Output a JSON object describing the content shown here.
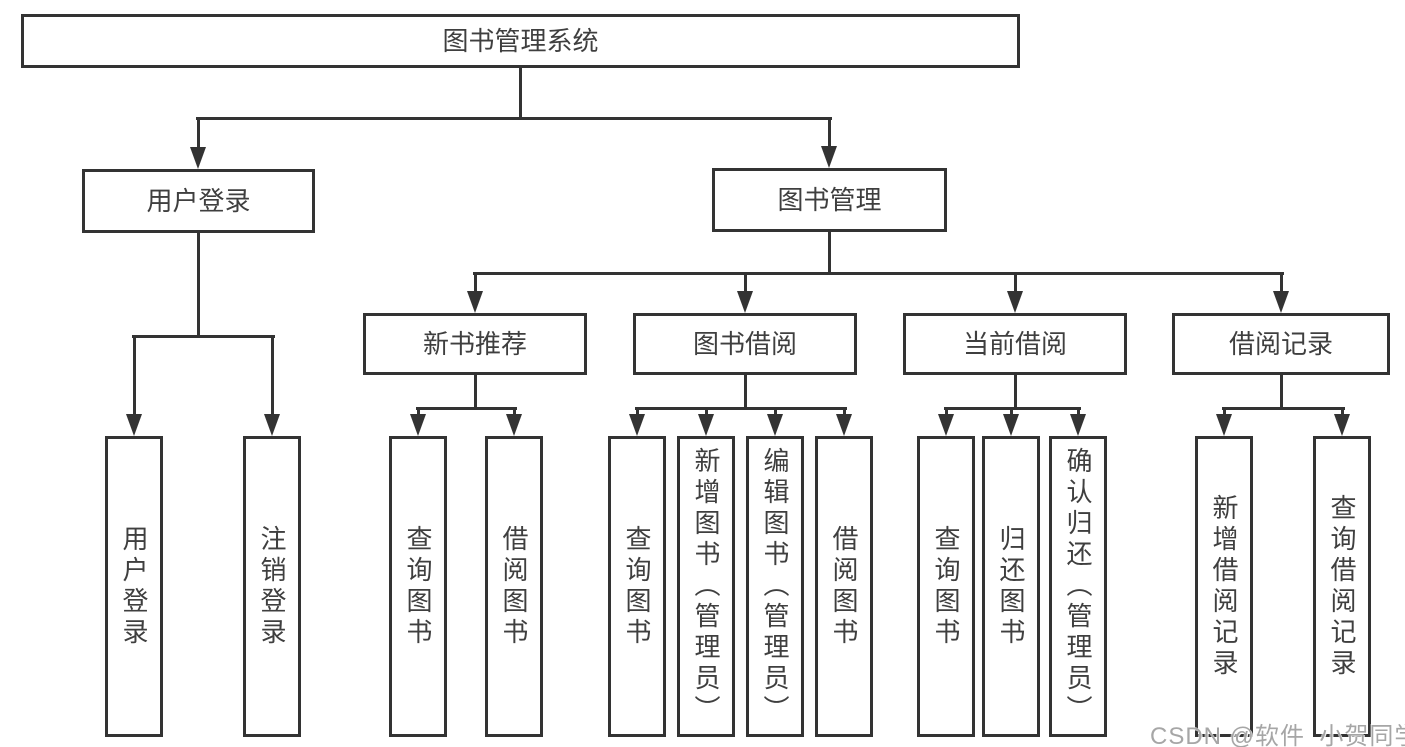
{
  "tree": {
    "label": "图书管理系统",
    "children": [
      {
        "label": "用户登录",
        "children": [
          {
            "label": "用户登录"
          },
          {
            "label": "注销登录"
          }
        ]
      },
      {
        "label": "图书管理",
        "children": [
          {
            "label": "新书推荐",
            "children": [
              {
                "label": "查询图书"
              },
              {
                "label": "借阅图书"
              }
            ]
          },
          {
            "label": "图书借阅",
            "children": [
              {
                "label": "查询图书"
              },
              {
                "label": "新增图书（管理员）"
              },
              {
                "label": "编辑图书（管理员）"
              },
              {
                "label": "借阅图书"
              }
            ]
          },
          {
            "label": "当前借阅",
            "children": [
              {
                "label": "查询图书"
              },
              {
                "label": "归还图书"
              },
              {
                "label": "确认归还（管理员）"
              }
            ]
          },
          {
            "label": "借阅记录",
            "children": [
              {
                "label": "新增借阅记录"
              },
              {
                "label": "查询借阅记录"
              }
            ]
          }
        ]
      }
    ]
  },
  "watermark": {
    "text": "CSDN @软件_小贺同学"
  },
  "colors": {
    "line": "#333333",
    "box_border": "#333333",
    "text": "#3f3f3f",
    "watermark": "#a6a6a6",
    "background": "#ffffff"
  }
}
